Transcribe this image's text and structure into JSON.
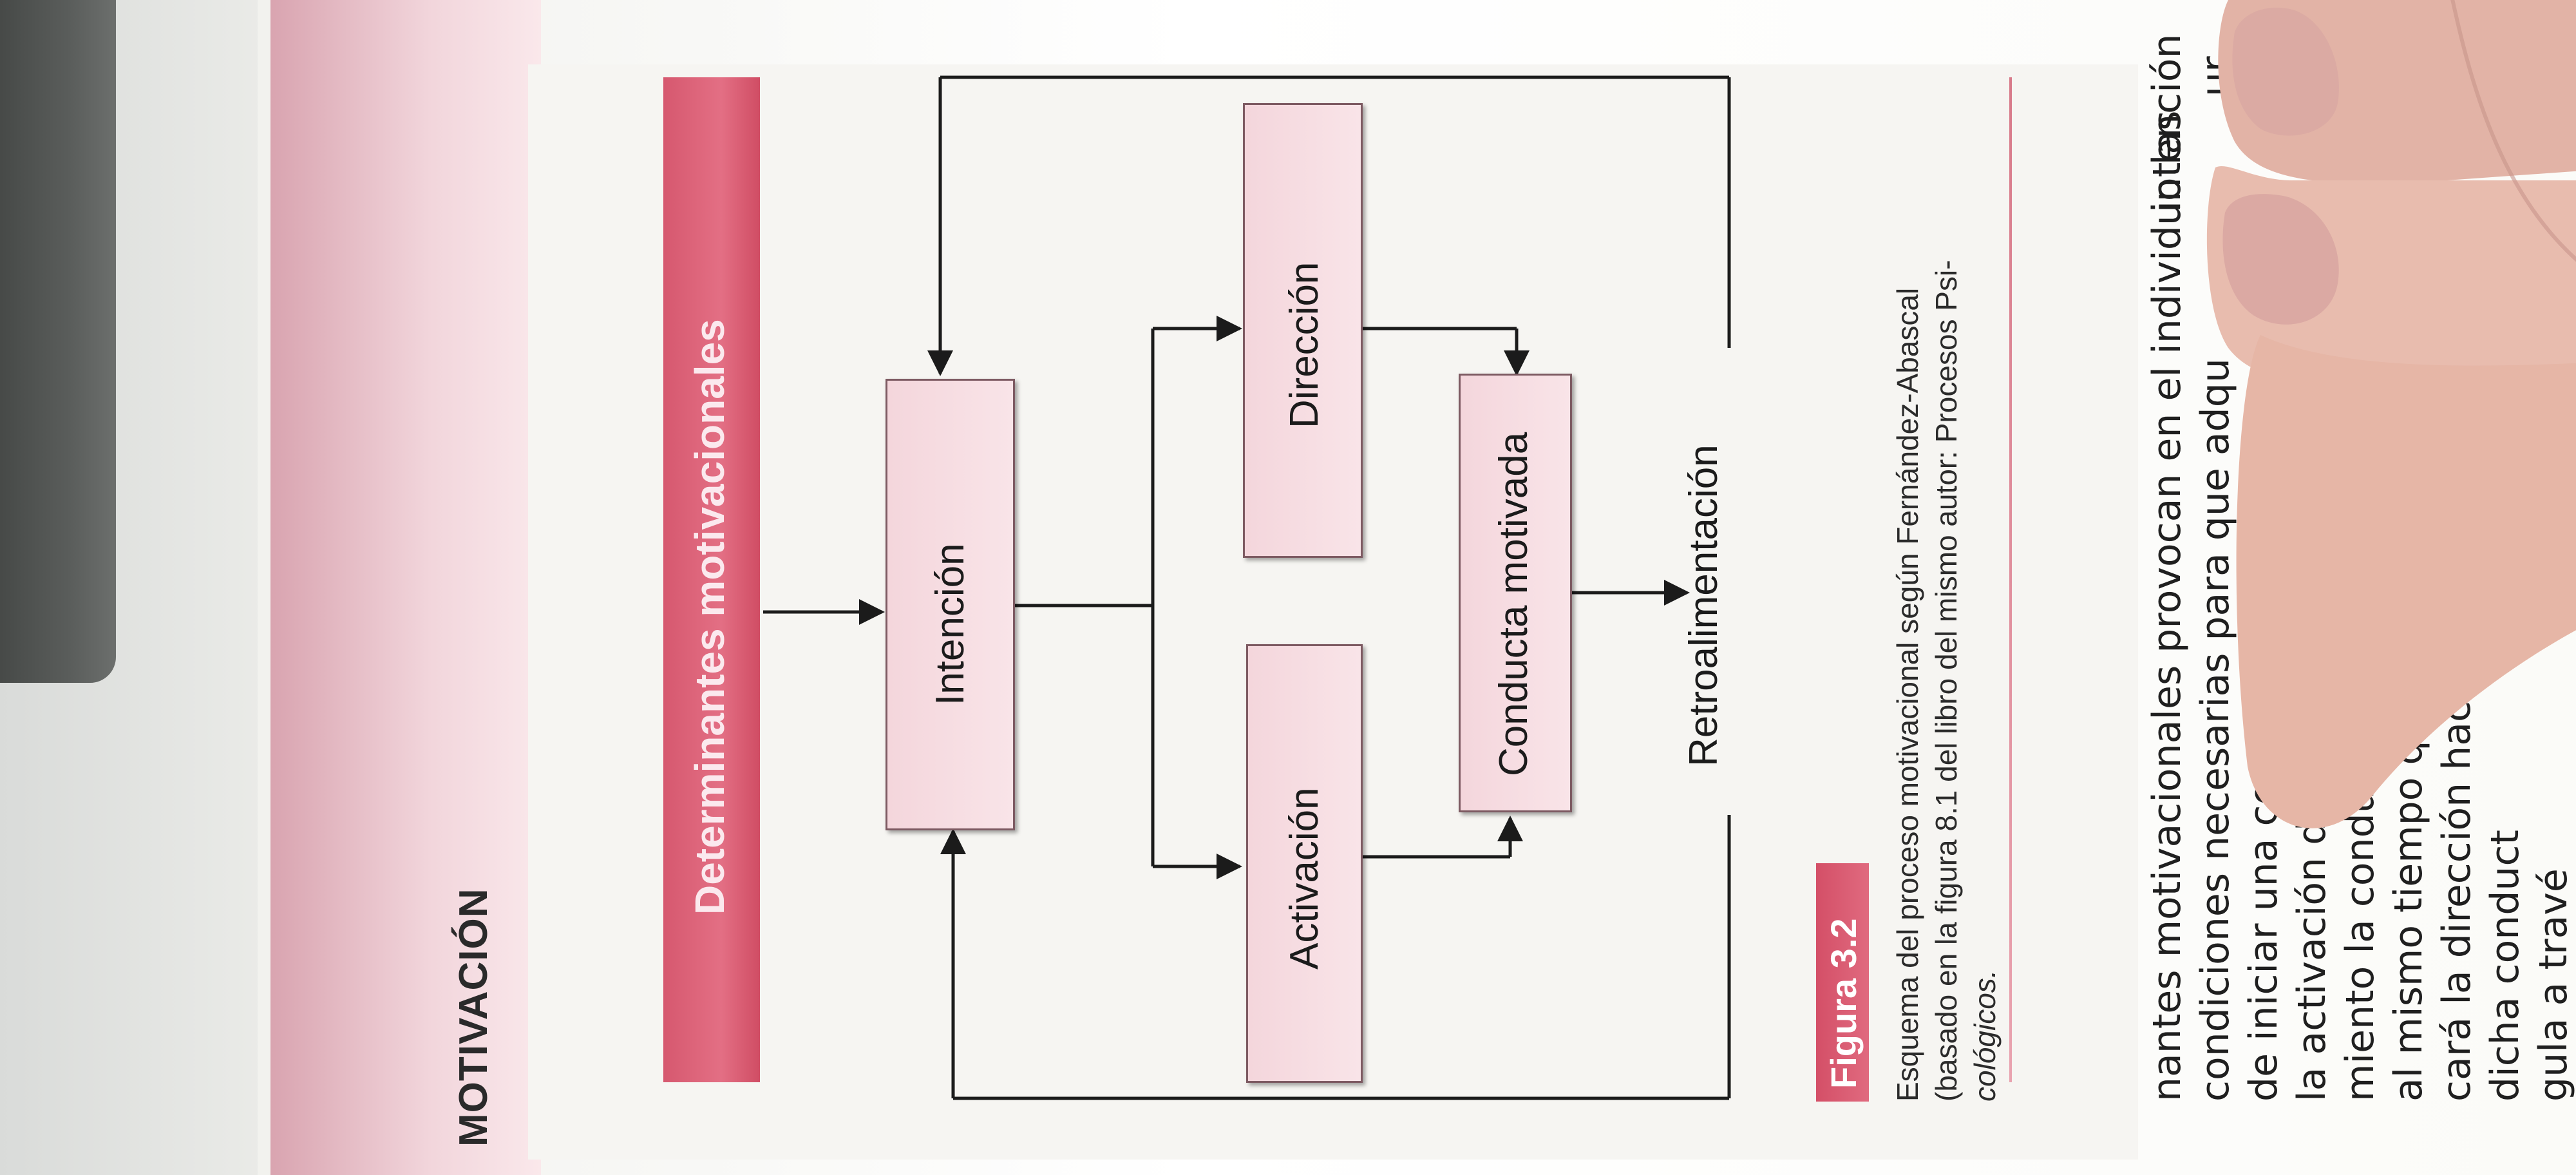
{
  "chapter_heading": "MOTIVACIÓN",
  "header_title": "Determinantes motivacionales",
  "diagram": {
    "boxes": {
      "intencion": "Intención",
      "activacion": "Activación",
      "direccion": "Dirección",
      "conducta": "Conducta motivada"
    },
    "feedback_label": "Retroalimentación"
  },
  "figure": {
    "label": "Figura 3.2",
    "caption_lines": [
      "Esquema del proceso motivacional según Fernández-Abascal",
      "(basado en la figura 8.1 del libro del mismo autor: Procesos Psi-",
      "cológicos."
    ]
  },
  "body_lines": [
    "nantes motivacionales provocan en el individuo las",
    "condiciones necesarias para que adqu",
    "de iniciar una conducta específica",
    "la activación del comportamiento",
    "miento la conducta con una de",
    "al mismo tiempo que la inter",
    "cará la dirección hacia la c",
    "dicha conduct",
    "gula a travé"
  ],
  "right_fragments": [
    "intención",
    "ur"
  ],
  "colors": {
    "accent": "#e06a7f",
    "box_fill": "#f6dde2",
    "text": "#1b1b1b"
  }
}
